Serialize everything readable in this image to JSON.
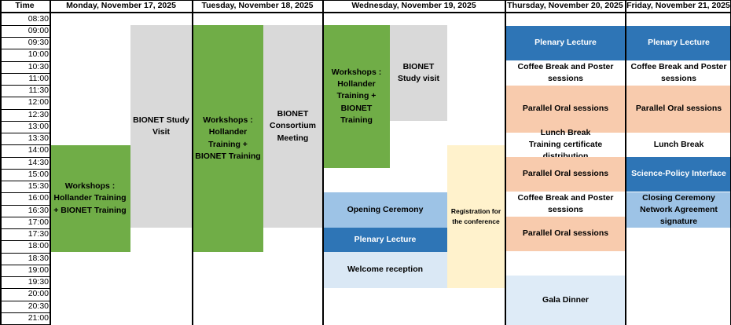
{
  "time_header": "Time",
  "days": [
    "Monday, November 17, 2025",
    "Tuesday, November 18, 2025",
    "Wednesday, November 19, 2025",
    "Thursday, November 20, 2025",
    "Friday, November 21, 2025"
  ],
  "times": [
    "08:30",
    "09:00",
    "09:30",
    "10:00",
    "10:30",
    "11:00",
    "11:30",
    "12:00",
    "12:30",
    "13:00",
    "13:30",
    "14:00",
    "14:30",
    "15:00",
    "15:30",
    "16:00",
    "16:30",
    "17:00",
    "17:30",
    "18:00",
    "18:30",
    "19:00",
    "19:30",
    "20:00",
    "20:30",
    "21:00"
  ],
  "monday": {
    "workshops": "Workshops : Hollander Training + BIONET Training",
    "study_visit": "BIONET Study Visit"
  },
  "tuesday": {
    "workshops": "Workshops : Hollander Training + BIONET Training",
    "consortium": "BIONET Consortium Meeting"
  },
  "wednesday": {
    "workshops": "Workshops : Hollander Training + BIONET Training",
    "study_visit": "BIONET Study visit",
    "opening": "Opening Ceremony",
    "plenary": "Plenary Lecture",
    "reception": "Welcome reception",
    "registration": "Registration for the conference"
  },
  "thursday": {
    "plenary": "Plenary Lecture",
    "coffee1": "Coffee Break and Poster sessions",
    "oral1": "Parallel Oral sessions",
    "lunch": "Lunch Break",
    "certificate": "Training certificate distribution",
    "oral2": "Parallel Oral sessions",
    "coffee2": "Coffee Break and Poster sessions",
    "oral3": "Parallel Oral sessions",
    "gala": "Gala Dinner"
  },
  "friday": {
    "plenary": "Plenary Lecture",
    "coffee": "Coffee Break and Poster sessions",
    "oral": "Parallel Oral sessions",
    "lunch": "Lunch Break",
    "science_policy": "Science-Policy Interface",
    "closing": "Closing Ceremony Network Agreement signature"
  },
  "colors": {
    "green": "#70ad47",
    "grey": "#d9d9d9",
    "cream": "#fff2cc",
    "light_blue": "#9dc3e6",
    "dark_blue": "#2e75b6",
    "pale_blue": "#dae8f5",
    "peach": "#f8cbad",
    "gala_blue": "#deebf7"
  }
}
